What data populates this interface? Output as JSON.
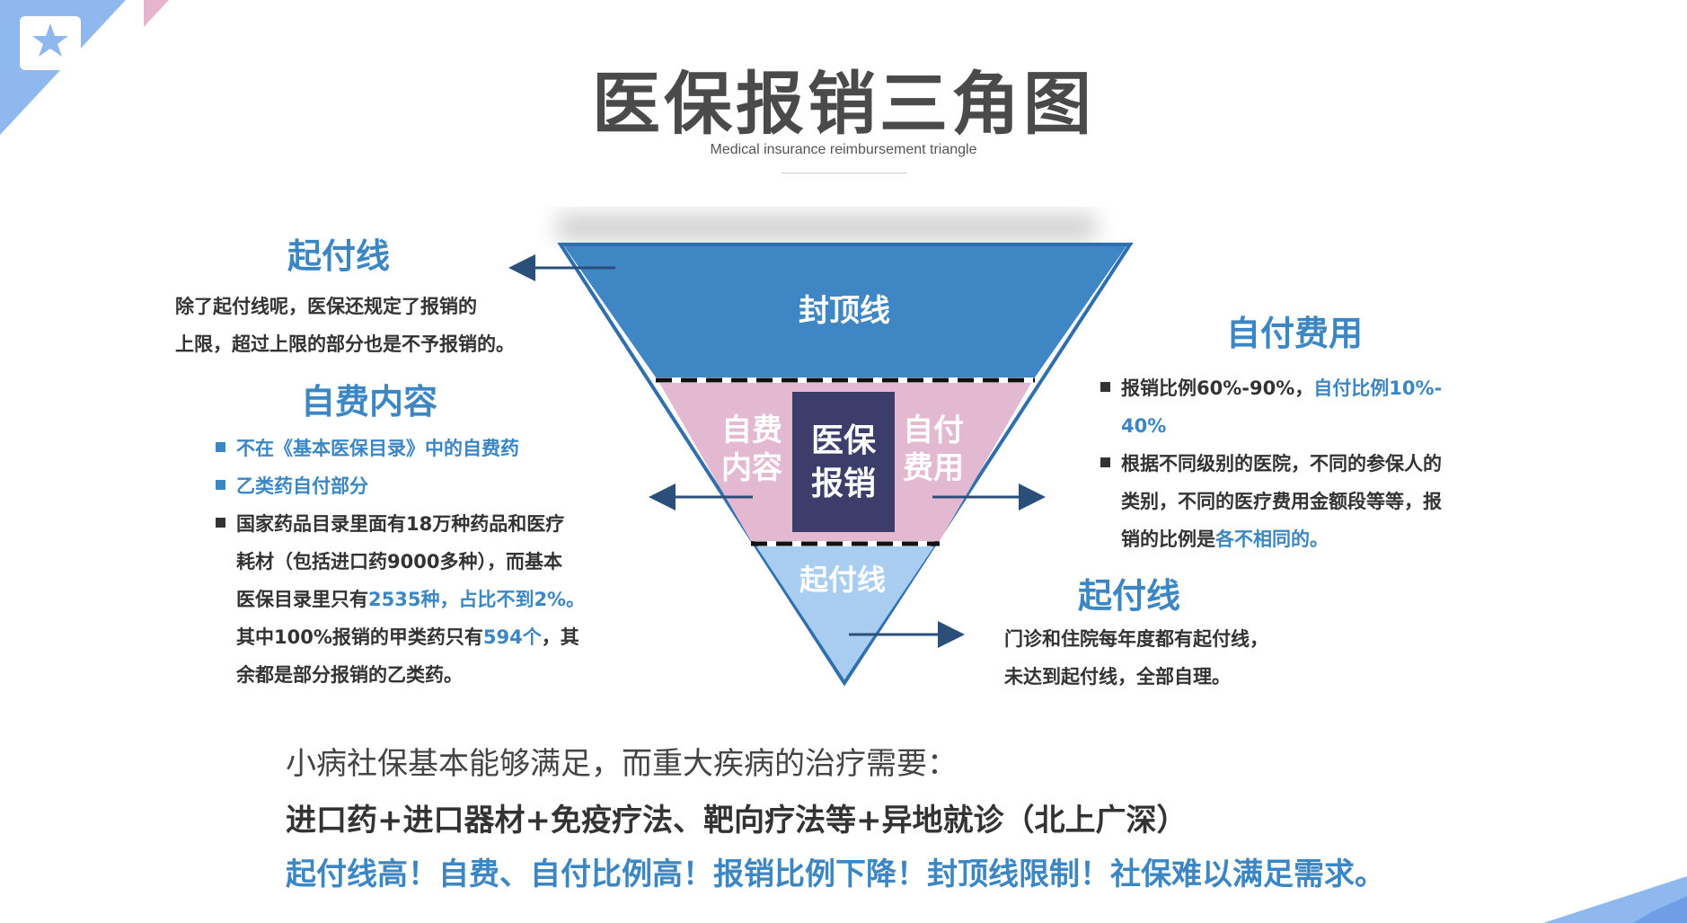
{
  "header": {
    "title": "医保报销三角图",
    "subtitle": "Medical insurance reimbursement triangle"
  },
  "triangle": {
    "top_label": "封顶线",
    "center_label_line1": "医保",
    "center_label_line2": "报销",
    "left_label_line1": "自费",
    "left_label_line2": "内容",
    "right_label_line1": "自付",
    "right_label_line2": "费用",
    "bottom_label": "起付线",
    "colors": {
      "top": "#3f86c4",
      "middle": "#e3b9d2",
      "center": "#3d3d6b",
      "bottom": "#a9cdf0"
    }
  },
  "left_top": {
    "heading": "起付线",
    "lines": [
      "除了起付线呢，医保还规定了报销的",
      "上限，超过上限的部分也是不予报销的。"
    ]
  },
  "left_mid": {
    "heading": "自费内容",
    "bullet1": "不在《基本医保目录》中的自费药",
    "bullet2": "乙类药自付部分",
    "bullet3_line1": "国家药品目录里面有18万种药品和医疗",
    "bullet3_line2": "耗材（包括进口药9000多种），而基本",
    "bullet3_line3_a": "医保目录里只有",
    "bullet3_line3_b": "2535种，占比不到2%。",
    "bullet3_line4_a": "其中100%报销的甲类药只有",
    "bullet3_line4_b": "594个",
    "bullet3_line4_c": "，其",
    "bullet3_line5": "余都是部分报销的乙类药。"
  },
  "right_top": {
    "heading": "自付费用",
    "bullet1_a": "报销比例60%-90%，",
    "bullet1_b": "自付比例10%-",
    "bullet1_line2": "40%",
    "bullet2_line1": "根据不同级别的医院，不同的参保人的",
    "bullet2_line2": "类别，不同的医疗费用金额段等等，报",
    "bullet2_line3_a": "销的比例是",
    "bullet2_line3_b": "各不相同的。"
  },
  "right_bottom": {
    "heading": "起付线",
    "lines": [
      "门诊和住院每年度都有起付线，",
      "未达到起付线，全部自理。"
    ]
  },
  "bottom": {
    "line1": "小病社保基本能够满足，而重大疾病的治疗需要：",
    "line2": "进口药+进口器材+免疫疗法、靶向疗法等+异地就诊（北上广深）",
    "line3": "起付线高！自费、自付比例高！报销比例下降！封顶线限制！社保难以满足需求。"
  }
}
